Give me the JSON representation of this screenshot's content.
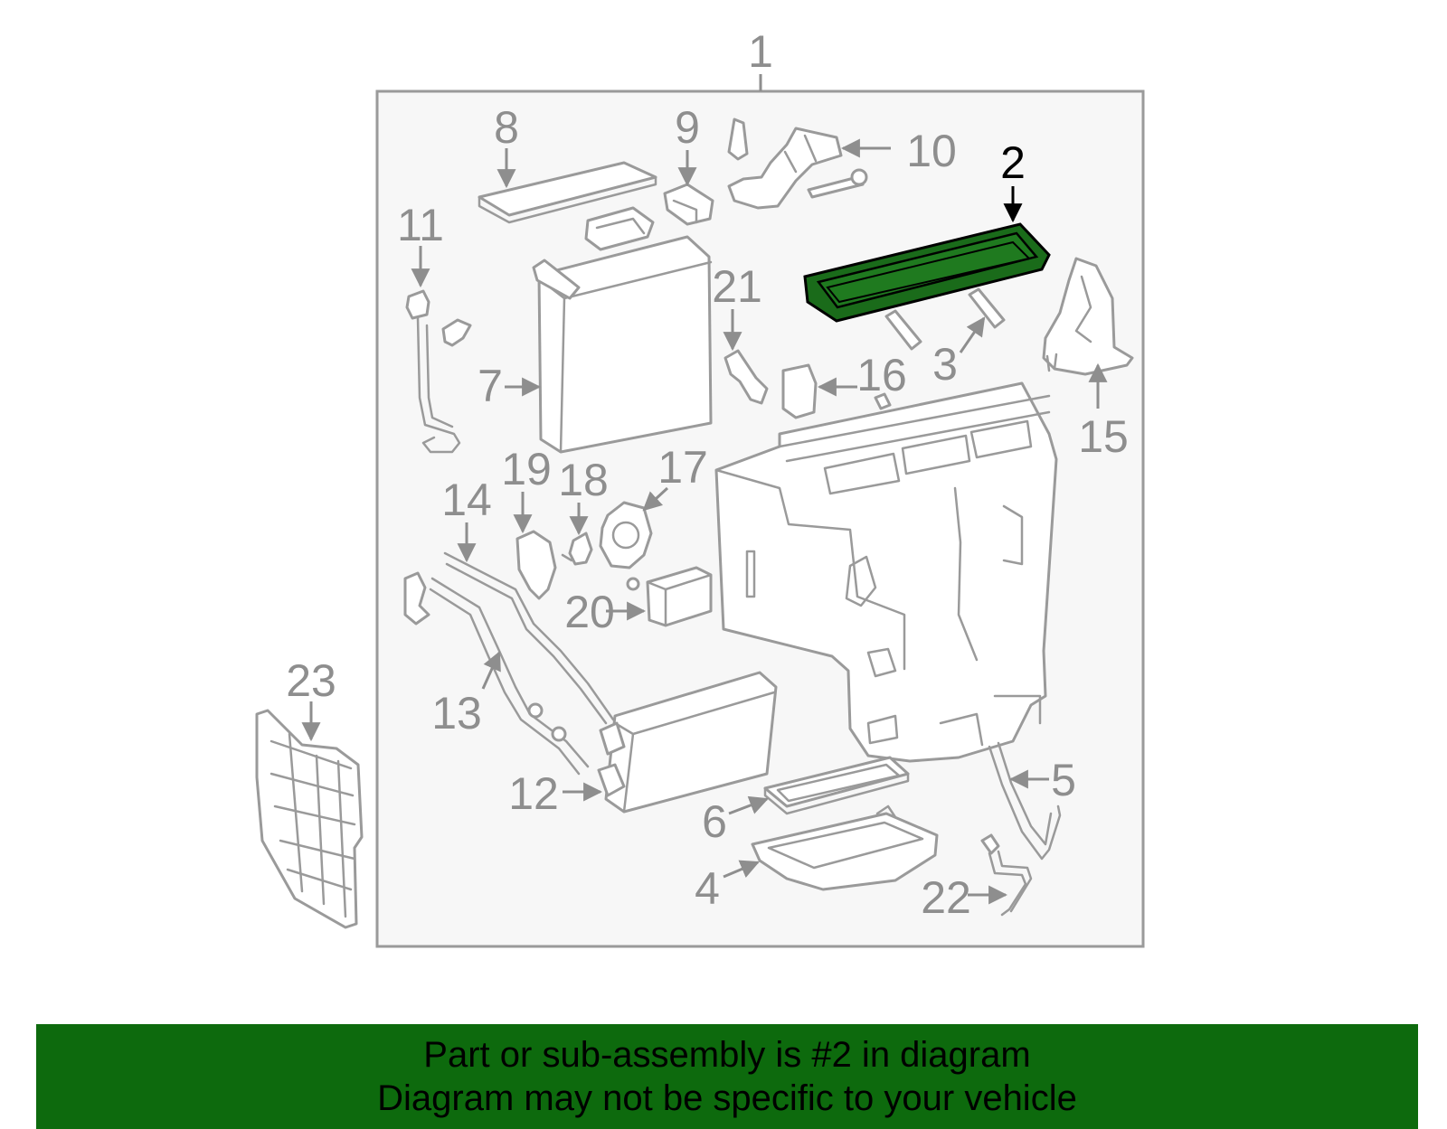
{
  "diagram": {
    "assembly_number": "1",
    "highlighted_part": "2",
    "callouts": [
      "2",
      "3",
      "4",
      "5",
      "6",
      "7",
      "8",
      "9",
      "10",
      "11",
      "12",
      "13",
      "14",
      "15",
      "16",
      "17",
      "18",
      "19",
      "20",
      "21",
      "22",
      "23"
    ],
    "highlight_color": "#1a6b1a"
  },
  "banner": {
    "line1": "Part or sub-assembly is #2 in diagram",
    "line2": "Diagram may not be specific to your vehicle",
    "background": "#0d6a0d"
  }
}
